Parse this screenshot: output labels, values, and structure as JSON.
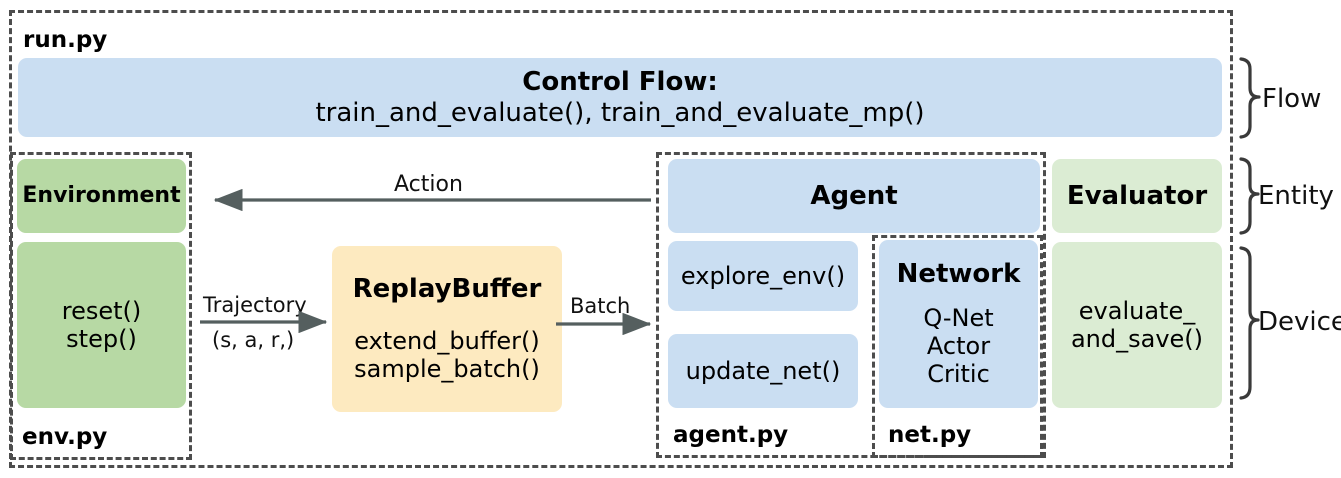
{
  "diagram": {
    "title_file": "run.py",
    "control_flow": {
      "heading": "Control Flow:",
      "functions": "train_and_evaluate(),  train_and_evaluate_mp()"
    },
    "env_module": {
      "file_label": "env.py",
      "entity": "Environment",
      "methods": [
        "reset()",
        "step()"
      ]
    },
    "replay_buffer": {
      "title": "ReplayBuffer",
      "methods": [
        "extend_buffer()",
        "sample_batch()"
      ]
    },
    "agent_module": {
      "file_label": "agent.py",
      "entity": "Agent",
      "methods": [
        "explore_env()",
        "update_net()"
      ]
    },
    "net_module": {
      "file_label": "net.py",
      "entity": "Network",
      "components": [
        "Q-Net",
        "Actor",
        "Critic"
      ]
    },
    "evaluator_module": {
      "entity": "Evaluator",
      "methods": [
        "evaluate_",
        "and_save()"
      ]
    },
    "arrows": {
      "action": "Action",
      "trajectory_top": "Trajectory",
      "trajectory_bottom": "(s, a, r,)",
      "batch": "Batch"
    },
    "braces": [
      {
        "label": "Flow"
      },
      {
        "label": "Entity"
      },
      {
        "label": "Device"
      }
    ],
    "colors": {
      "blue": "#cadef2",
      "green_dark": "#b7d9a4",
      "green_light": "#dbecd3",
      "yellow": "#fdeac0",
      "dash": "#4d4d4d",
      "arrow": "#555f5f"
    }
  }
}
